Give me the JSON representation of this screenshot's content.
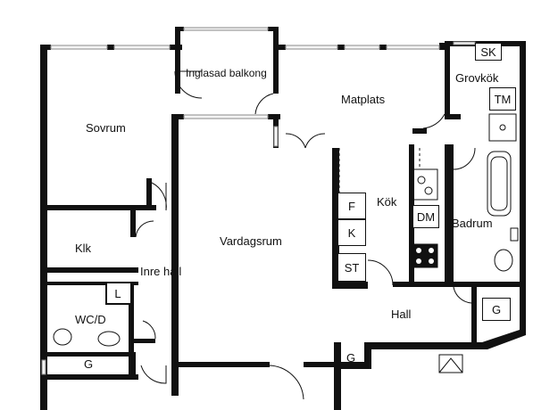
{
  "rooms": {
    "sovrum": "Sovrum",
    "inglasad_balkong": "Inglasad balkong",
    "matplats": "Matplats",
    "grovkok": "Grovkök",
    "kok": "Kök",
    "badrum": "Badrum",
    "vardagsrum": "Vardagsrum",
    "klk": "Klk",
    "inre_hall": "Inre hall",
    "wcd": "WC/D",
    "hall": "Hall"
  },
  "fixtures": {
    "sk": "SK",
    "tm": "TM",
    "f": "F",
    "k": "K",
    "st": "ST",
    "dm": "DM",
    "l": "L",
    "g_wc": "G",
    "g_hall_right": "G",
    "g_hall_bottom": "G"
  },
  "colors": {
    "wall": "#111111",
    "window": "#9a9a9a",
    "background": "#ffffff"
  }
}
